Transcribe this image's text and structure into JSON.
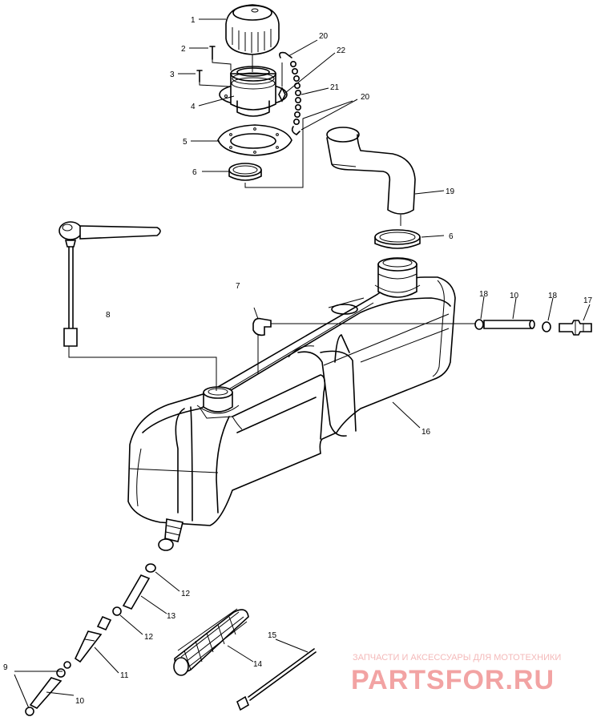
{
  "labels": {
    "l1": "1",
    "l2": "2",
    "l3": "3",
    "l4": "4",
    "l5": "5",
    "l6a": "6",
    "l20a": "20",
    "l22": "22",
    "l21": "21",
    "l20b": "20",
    "l19": "19",
    "l6b": "6",
    "l7": "7",
    "l8": "8",
    "l18a": "18",
    "l10a": "10",
    "l18b": "18",
    "l17": "17",
    "l16": "16",
    "l12a": "12",
    "l13": "13",
    "l12b": "12",
    "l11": "11",
    "l9": "9",
    "l10b": "10",
    "l14": "14",
    "l15": "15"
  },
  "watermark": {
    "caption": "ЗАПЧАСТИ И АКСЕССУАРЫ ДЛЯ МОТОТЕХНИКИ",
    "brand": "PARTSFOR.RU"
  },
  "colors": {
    "line": "#000000",
    "watermark": "#f2a3a3"
  }
}
